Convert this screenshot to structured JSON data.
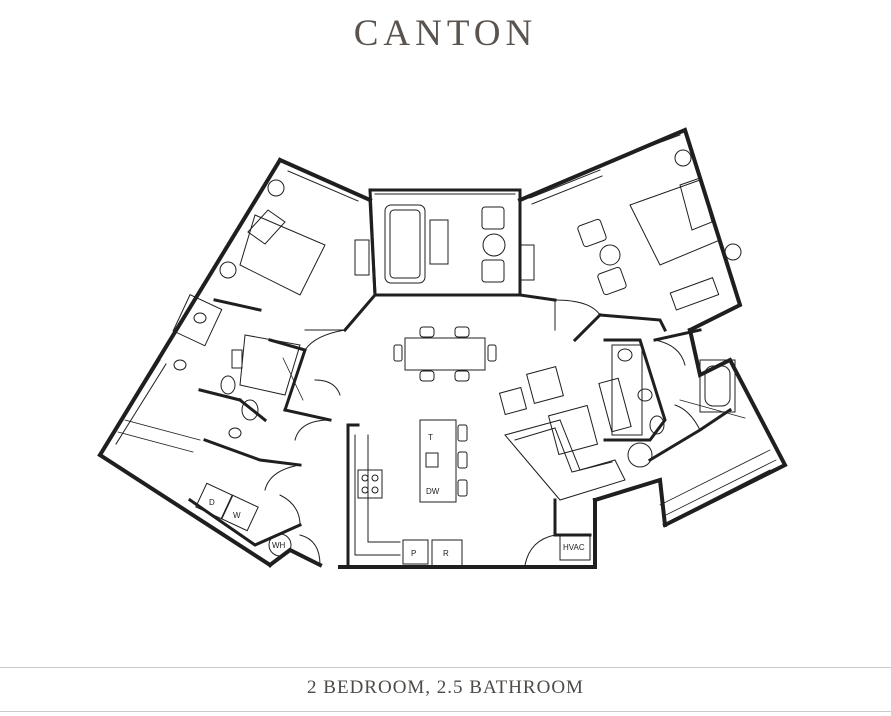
{
  "plan": {
    "name": "CANTON",
    "layout": "2 BEDROOM, 2.5 BATHROOM"
  },
  "labels": {
    "tub_top": "T",
    "dishwasher": "DW",
    "dryer": "D",
    "washer": "W",
    "water_heater": "WH",
    "pantry": "P",
    "refrigerator": "R",
    "hvac": "HVAC"
  }
}
